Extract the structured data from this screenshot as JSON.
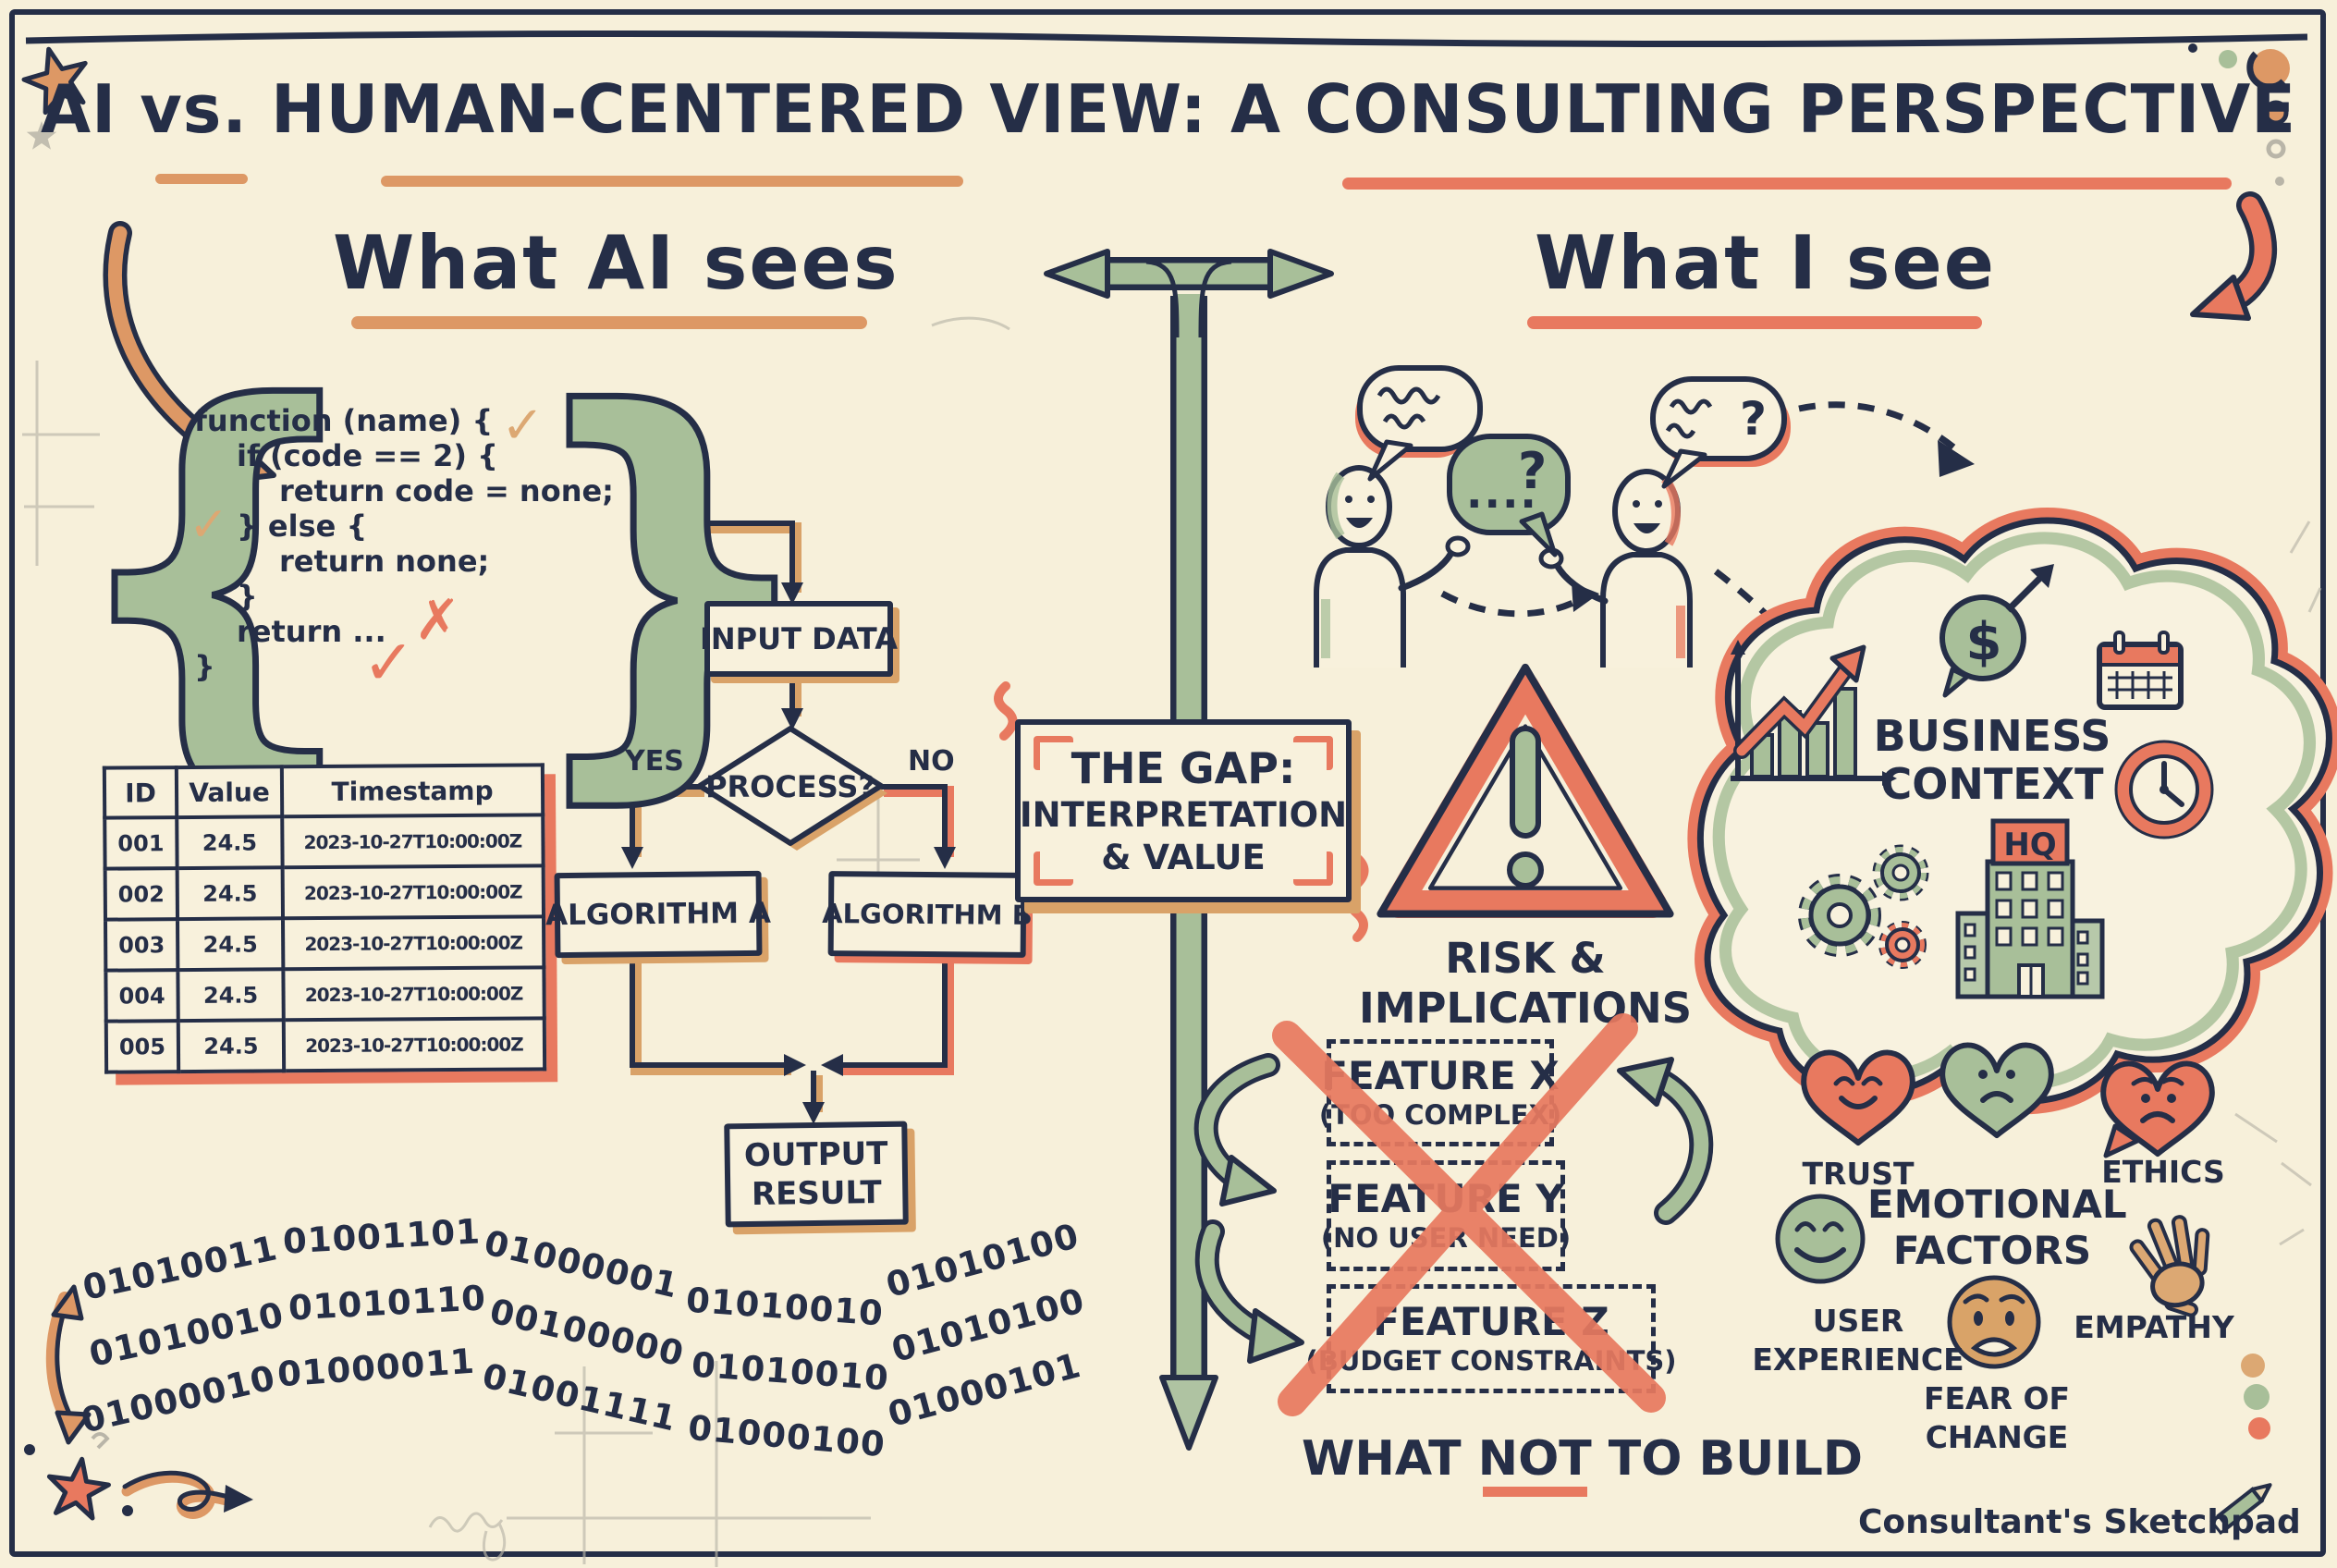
{
  "colors": {
    "ink": "#252e47",
    "cream": "#f7f0da",
    "salmon": "#e8795f",
    "tan": "#d9a268",
    "green": "#a8bf99",
    "pencil_gray": "#b9b5a8"
  },
  "title": {
    "text": "AI vs. HUMAN-CENTERED VIEW: A CONSULTING PERSPECTIVE"
  },
  "headings": {
    "left": "What AI sees",
    "right": "What I see"
  },
  "code": {
    "lines": [
      "function (name) {",
      "if (code == 2) {",
      "return code = none;",
      "} else {",
      "return none;",
      "}",
      "return ...",
      "}"
    ]
  },
  "marks": {
    "check": "✓",
    "cross": "✗"
  },
  "table": {
    "headers": [
      "ID",
      "Value",
      "Timestamp"
    ],
    "rows": [
      [
        "001",
        "24.5",
        "2023-10-27T10:00:00Z"
      ],
      [
        "002",
        "24.5",
        "2023-10-27T10:00:00Z"
      ],
      [
        "003",
        "24.5",
        "2023-10-27T10:00:00Z"
      ],
      [
        "004",
        "24.5",
        "2023-10-27T10:00:00Z"
      ],
      [
        "005",
        "24.5",
        "2023-10-27T10:00:00Z"
      ]
    ]
  },
  "flowchart": {
    "input": "INPUT DATA",
    "decision": "PROCESS?",
    "yes": "YES",
    "no": "NO",
    "algo_a": "ALGORITHM A",
    "algo_b": "ALGORITHM B",
    "output_1": "OUTPUT",
    "output_2": "RESULT"
  },
  "binary_rows": [
    [
      "01010011",
      "01001101",
      "01000001",
      "01010010",
      "01010100"
    ],
    [
      "01010010",
      "01010110",
      "00100000",
      "01010010",
      "01010100"
    ],
    [
      "01000010",
      "01000011",
      "01001111",
      "01000100",
      "01000101"
    ]
  ],
  "gap": {
    "line1": "THE GAP:",
    "line2": "INTERPRETATION",
    "line3": "& VALUE"
  },
  "bubbles": {
    "green_dots": "....",
    "green_q": "?",
    "right_q": "?"
  },
  "risk": {
    "line1": "RISK &",
    "line2": "IMPLICATIONS"
  },
  "cloud": {
    "line1": "BUSINESS",
    "line2": "CONTEXT",
    "dollar": "$",
    "hq": "HQ"
  },
  "features": [
    {
      "name": "FEATURE X",
      "reason": "(TOO COMPLEX)"
    },
    {
      "name": "FEATURE Y",
      "reason": "(NO USER NEED)"
    },
    {
      "name": "FEATURE Z",
      "reason": "(BUDGET CONSTRAINTS)"
    }
  ],
  "what_not": {
    "pre": "WHAT",
    "not": "NOT",
    "post": "TO BUILD"
  },
  "emotions": {
    "trust": "TRUST",
    "ethics": "ETHICS",
    "factors_1": "EMOTIONAL",
    "factors_2": "FACTORS",
    "user_1": "USER",
    "user_2": "EXPERIENCE",
    "fear_1": "FEAR OF",
    "fear_2": "CHANGE",
    "empathy": "EMPATHY"
  },
  "credit": "Consultant's Sketchpad"
}
